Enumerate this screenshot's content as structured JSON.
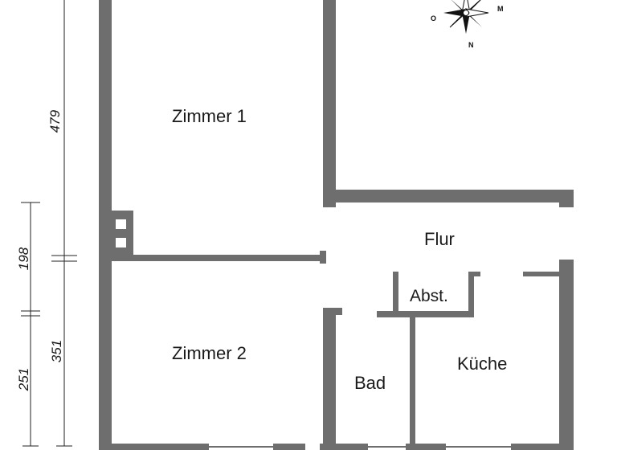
{
  "rooms": {
    "zimmer1": "Zimmer 1",
    "zimmer2": "Zimmer 2",
    "flur": "Flur",
    "abst": "Abst.",
    "bad": "Bad",
    "kueche": "Küche"
  },
  "dimensions": {
    "d479": "479",
    "d198": "198",
    "d351": "351",
    "d251": "251"
  },
  "compass": {
    "o": "O",
    "m": "M",
    "n": "N"
  },
  "colors": {
    "wall": "#6e6e6e",
    "background": "#ffffff",
    "text": "#1a1a1a"
  }
}
